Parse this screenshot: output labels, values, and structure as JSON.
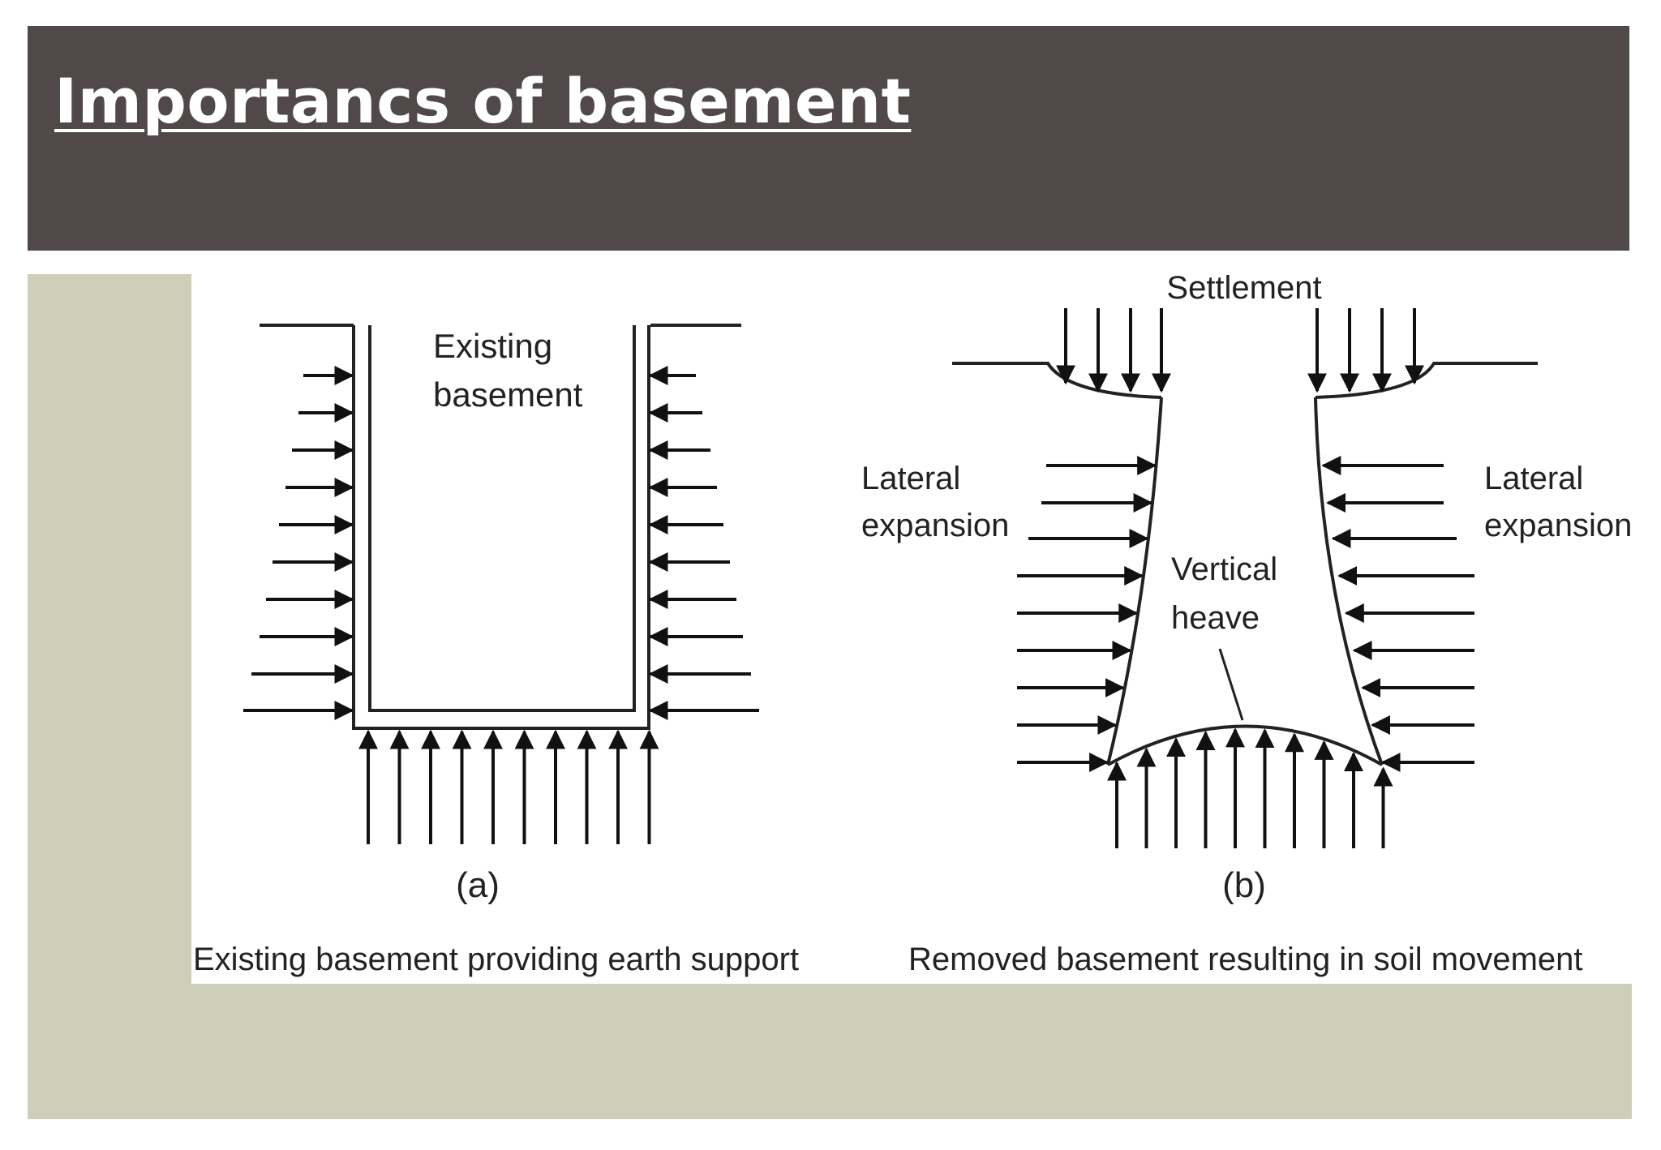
{
  "slide": {
    "title": "Importancs of basement",
    "colors": {
      "title_bar": "#514849",
      "content_bg": "#cdcfb9",
      "figure_bg": "#ffffff"
    }
  },
  "figure": {
    "panel_a": {
      "inner_label_line1": "Existing",
      "inner_label_line2": "basement",
      "tag": "(a)",
      "caption": "Existing basement providing earth support"
    },
    "panel_b": {
      "top_label": "Settlement",
      "left_label_line1": "Lateral",
      "left_label_line2": "expansion",
      "right_label_line1": "Lateral",
      "right_label_line2": "expansion",
      "center_label_line1": "Vertical",
      "center_label_line2": "heave",
      "tag": "(b)",
      "caption": "Removed basement resulting in soil movement"
    }
  }
}
